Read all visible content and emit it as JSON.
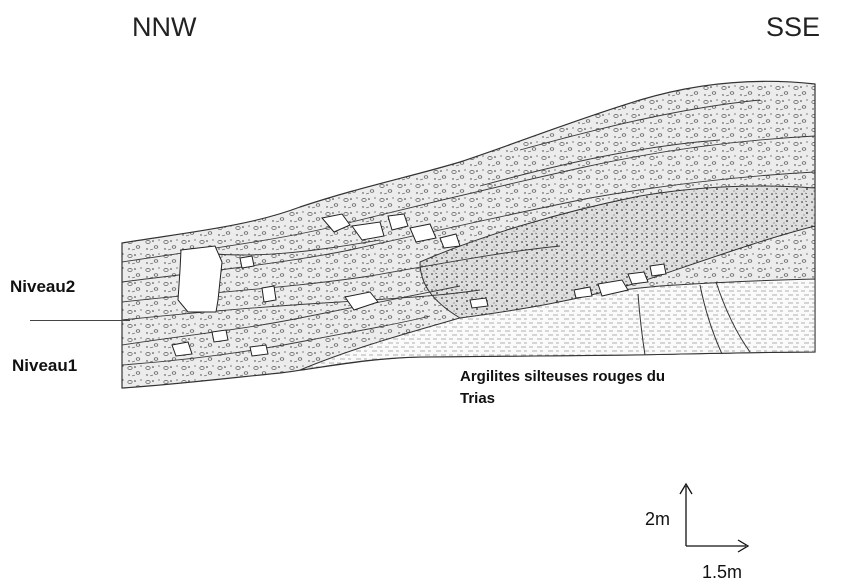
{
  "orientation": {
    "left": "NNW",
    "right": "SSE"
  },
  "levels": {
    "upper": "Niveau2",
    "lower": "Niveau1"
  },
  "formation_label": {
    "line1": "Argilites silteuses rouges du",
    "line2": "Trias"
  },
  "scale": {
    "vertical": "2m",
    "horizontal": "1.5m"
  },
  "colors": {
    "ink": "#333333",
    "paper": "#ffffff",
    "fill_light": "#e9e9e9",
    "fill_mid": "#d2d2d2"
  }
}
